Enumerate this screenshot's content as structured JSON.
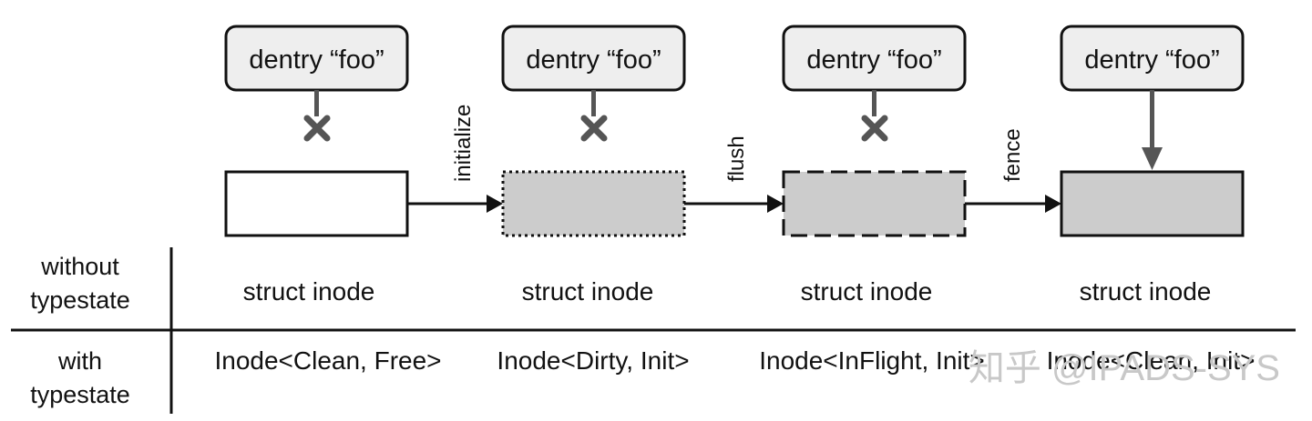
{
  "dentry_label": "dentry “foo”",
  "transitions": [
    "initialize",
    "flush",
    "fence"
  ],
  "rows": [
    {
      "label": [
        "without",
        "typestate"
      ],
      "cells": [
        "struct inode",
        "struct inode",
        "struct inode",
        "struct inode"
      ]
    },
    {
      "label": [
        "with",
        "typestate"
      ],
      "cells": [
        "Inode<Clean, Free>",
        "Inode<Dirty, Init>",
        "Inode<InFlight, Init>",
        "Inode<Clean, Init>"
      ]
    }
  ],
  "states": [
    {
      "fill": "#ffffff",
      "border": "solid",
      "dentry_link": "broken"
    },
    {
      "fill": "#cccccc",
      "border": "dotted",
      "dentry_link": "broken"
    },
    {
      "fill": "#cccccc",
      "border": "dashed",
      "dentry_link": "broken"
    },
    {
      "fill": "#cccccc",
      "border": "solid",
      "dentry_link": "connected"
    }
  ],
  "colors": {
    "dentry_fill": "#eeeeee",
    "link": "#555555",
    "line": "#111111"
  },
  "watermark": "知乎 @IPADS-SYS"
}
